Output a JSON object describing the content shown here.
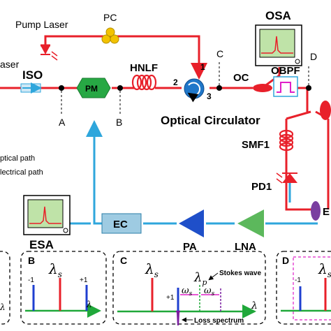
{
  "labels": {
    "pump_laser": "Pump Laser",
    "pc": "PC",
    "osa": "OSA",
    "laser": "aser",
    "iso": "ISO",
    "pm": "PM",
    "hnlf": "HNLF",
    "port1": "1",
    "port2": "2",
    "port3": "3",
    "point_a": "A",
    "point_b": "B",
    "point_c": "C",
    "point_d": "D",
    "oc": "OC",
    "obpf": "OBPF",
    "optical_circulator": "Optical Circulator",
    "smf1": "SMF1",
    "pd1": "PD1",
    "e_partial": "E",
    "legend_optical": "ptical path",
    "legend_electrical": "lectrical path",
    "esa": "ESA",
    "ec": "EC",
    "pa": "PA",
    "lna": "LNA"
  },
  "panels": {
    "b": {
      "letter": "B",
      "lambda": "λ",
      "lambda_sub": "s",
      "minus1": "-1",
      "plus1": "+1",
      "axis": "λ"
    },
    "c": {
      "letter": "C",
      "lambda": "λ",
      "lambda_sub": "s",
      "lambda_p": "λ",
      "lambda_p_sub": "p",
      "stokes": "Stokes wave",
      "omega1": "ω",
      "omega1_sub": "s",
      "omega2": "ω",
      "omega2_sub": "s",
      "plus1": "+1",
      "axis": "λ",
      "loss": "Loss spectrum"
    },
    "d": {
      "letter": "D",
      "lambda": "λ",
      "lambda_sub": "s",
      "minus1": "-1"
    },
    "a_partial": {
      "axis": "λ"
    }
  },
  "colors": {
    "optical": "#e8202a",
    "electrical": "#2ea6dc",
    "pm_fill": "#27a844",
    "pump_red": "#e8202a",
    "pc_yellow": "#f2c200",
    "osa_fill": "#bfe3a8",
    "obpf_fill": "#ffffff",
    "circulator": "#1f77c9",
    "lna_fill": "#5cb85c",
    "pa_fill": "#1f4fc9",
    "ec_fill": "#9ecbe2",
    "pd_fill": "#e8202a",
    "coupler_e": "#7a3fa0",
    "panel_blue": "#1f3fd0",
    "panel_red": "#e8202a",
    "panel_green": "#20a83a",
    "panel_magenta": "#e020c8",
    "panel_purple": "#7a1fa0"
  }
}
